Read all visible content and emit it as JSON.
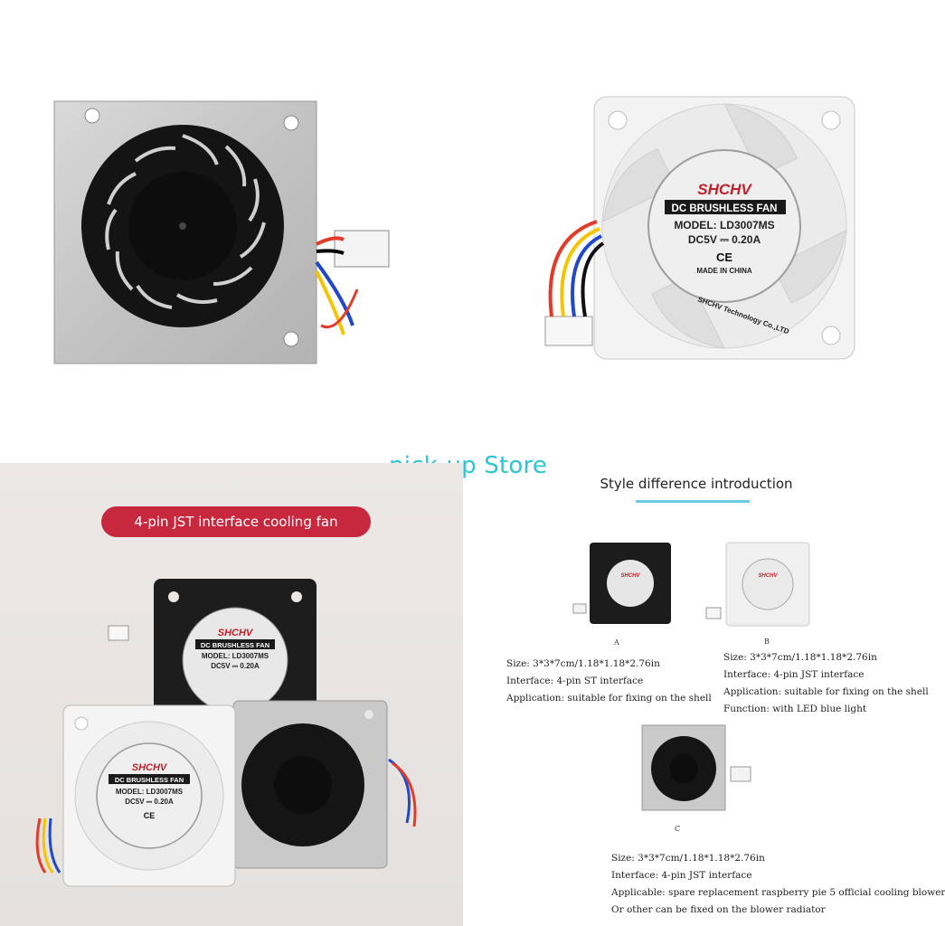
{
  "watermark": "pick-up Store",
  "banner": "4-pin JST interface cooling fan",
  "style_section": {
    "title": "Style difference introduction",
    "variants": [
      {
        "caption": "A",
        "specs": [
          "Size: 3*3*7cm/1.18*1.18*2.76in",
          "Interface: 4-pin ST interface",
          "Application: suitable for fixing on the shell"
        ]
      },
      {
        "caption": "B",
        "specs": [
          "Size: 3*3*7cm/1.18*1.18*2.76in",
          "Interface: 4-pin JST interface",
          "Application: suitable for fixing on the shell",
          "Function: with LED blue light"
        ]
      },
      {
        "caption": "C",
        "specs": [
          "Size: 3*3*7cm/1.18*1.18*2.76in",
          "Interface: 4-pin JST interface",
          "Applicable: spare replacement raspberry pie 5 official cooling blower",
          "Or other can be fixed on the blower radiator"
        ]
      }
    ]
  },
  "fan_label": {
    "brand": "SHCHV",
    "type": "DC BRUSHLESS FAN",
    "model": "MODEL: LD3007MS",
    "rating": "DC5V ⎓ 0.20A",
    "ce": "CE",
    "origin": "MADE IN CHINA",
    "maker": "SHCHV Technology Co.,LTD"
  }
}
